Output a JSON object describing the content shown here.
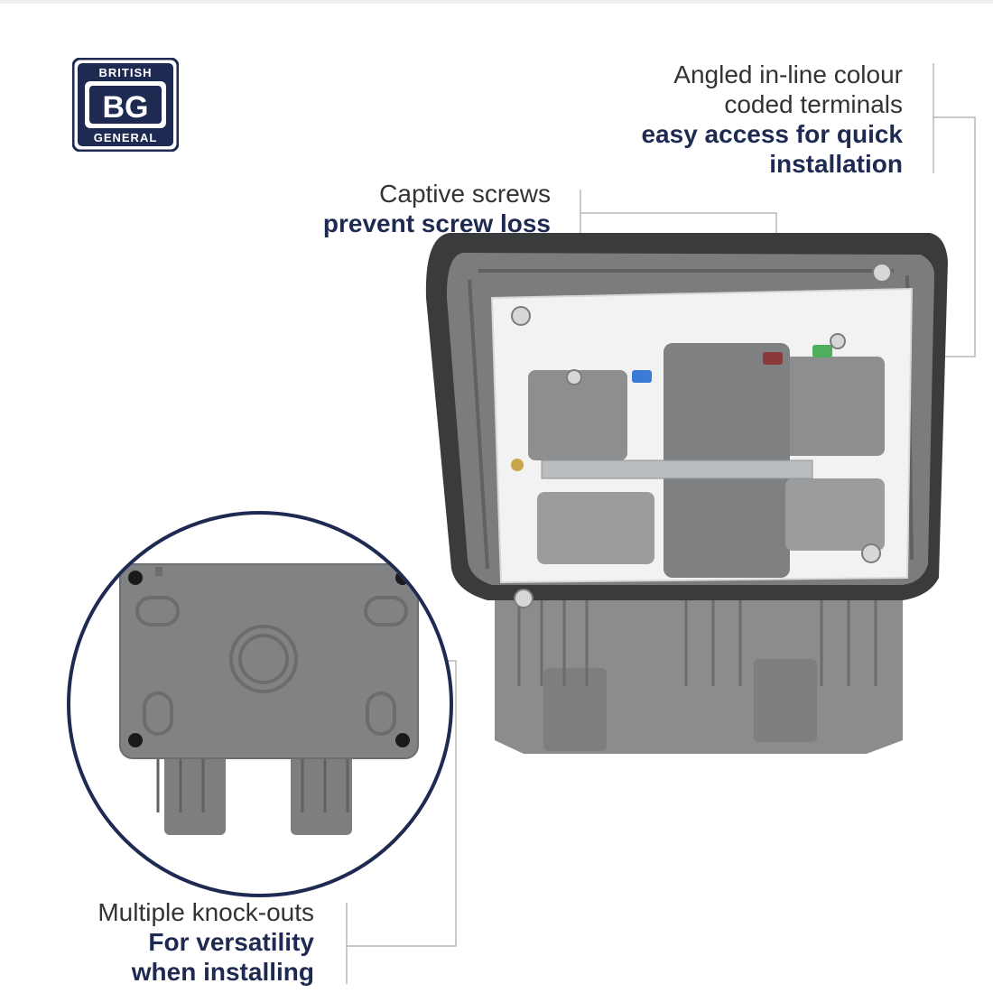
{
  "logo": {
    "top_text": "BRITISH",
    "mid_text": "BG",
    "bottom_text": "GENERAL",
    "color": "#1e2a52"
  },
  "callouts": {
    "terminals": {
      "line1": "Angled in-line colour",
      "line2": "coded terminals",
      "line3": "easy access for quick",
      "line4": "installation"
    },
    "screws": {
      "line1": "Captive screws",
      "line2": "prevent screw loss"
    },
    "knockouts": {
      "line1": "Multiple knock-outs",
      "line2": "For versatility",
      "line3": "when installing"
    }
  },
  "colors": {
    "accent_navy": "#1e2a52",
    "body_grey": "#7a7c7e",
    "dark_housing": "#3a3b3d",
    "white_plate": "#f2f2f2",
    "leader_line": "#b8b8b8"
  }
}
